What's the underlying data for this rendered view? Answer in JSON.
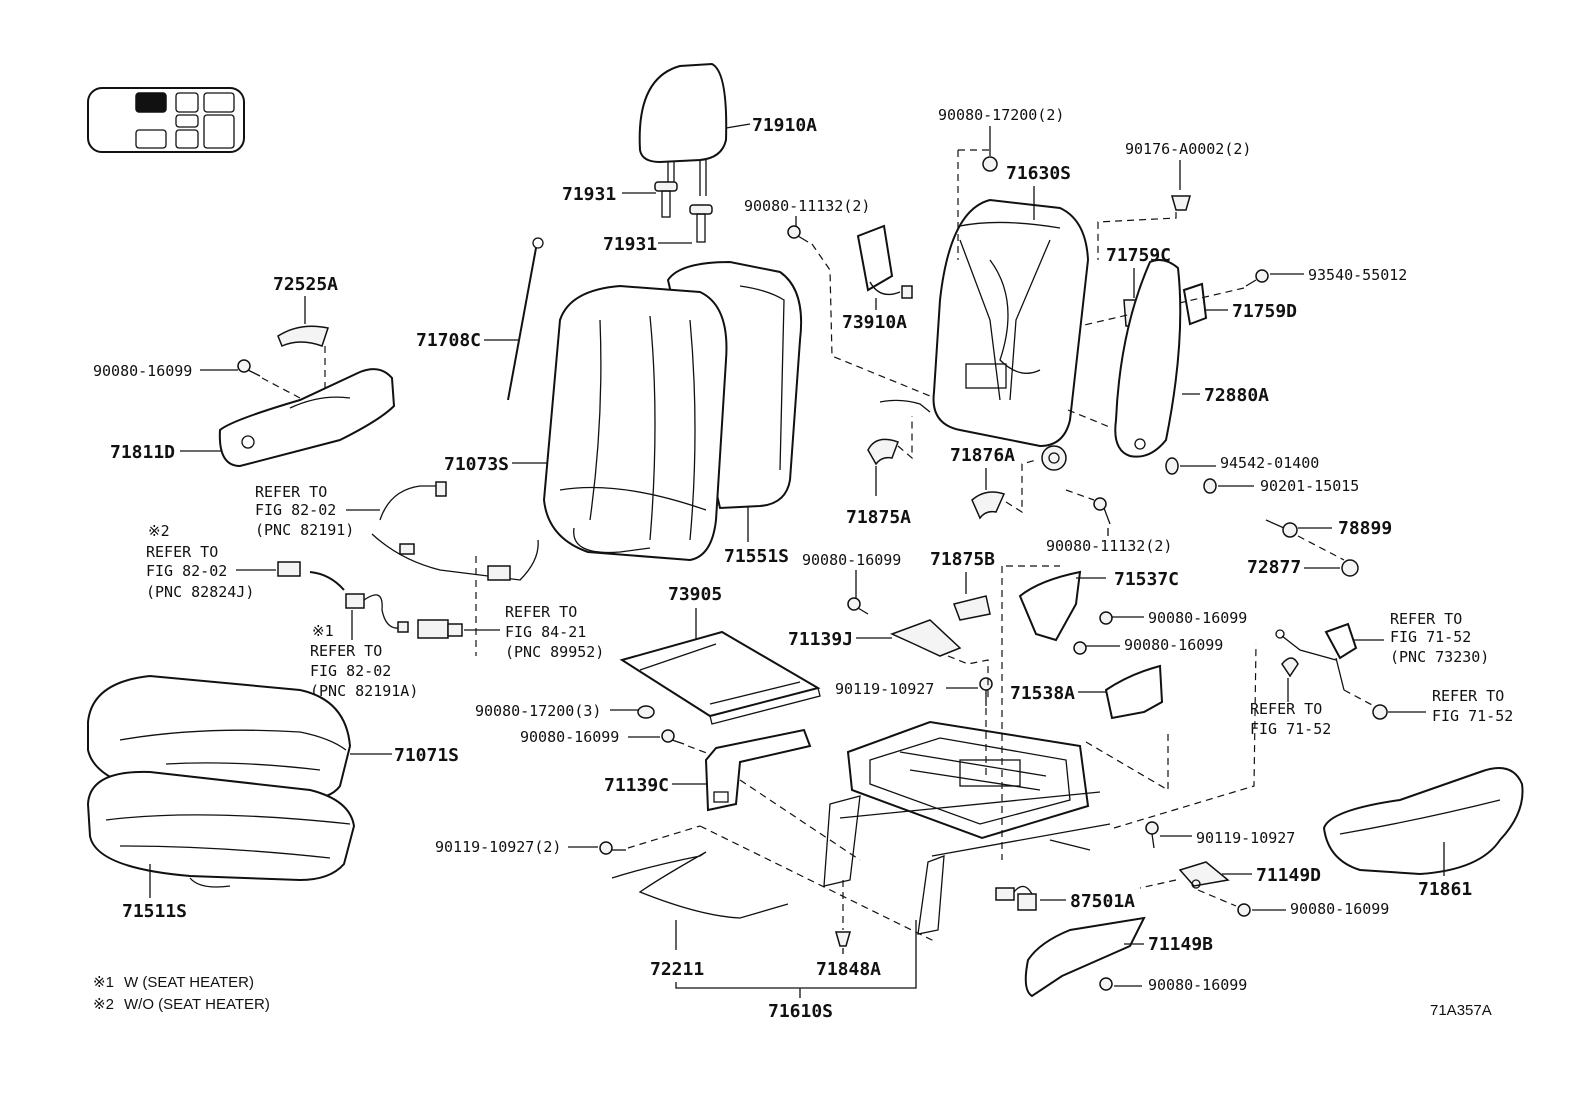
{
  "diagram_id": "71A357A",
  "footnotes": [
    {
      "mark": "※1",
      "text": "W (SEAT HEATER)"
    },
    {
      "mark": "※2",
      "text": "W/O (SEAT HEATER)"
    }
  ],
  "refs": {
    "r1": [
      "REFER TO",
      "FIG 82-02",
      "(PNC 82191)"
    ],
    "r2": [
      "※2",
      "REFER TO",
      "FIG 82-02",
      "(PNC 82824J)"
    ],
    "r3": [
      "※1",
      "REFER TO",
      "FIG 82-02",
      "(PNC 82191A)"
    ],
    "r4": [
      "REFER TO",
      "FIG 84-21",
      "(PNC 89952)"
    ],
    "r5": [
      "REFER TO",
      "FIG 71-52",
      "(PNC 73230)"
    ],
    "r6": [
      "REFER TO",
      "FIG 71-52"
    ],
    "r7": [
      "REFER TO",
      "FIG 71-52"
    ]
  },
  "parts": {
    "p71910A": "71910A",
    "p71931a": "71931",
    "p71931b": "71931",
    "p72525A": "72525A",
    "p90080_16099_a": "90080-16099",
    "p71811D": "71811D",
    "p71708C": "71708C",
    "p71073S": "71073S",
    "p90080_11132_a": "90080-11132(2)",
    "p73910A": "73910A",
    "p90080_17200_a": "90080-17200(2)",
    "p71630S": "71630S",
    "p90176": "90176-A0002(2)",
    "p71759C": "71759C",
    "p93540": "93540-55012",
    "p71759D": "71759D",
    "p72880A": "72880A",
    "p71876A": "71876A",
    "p71875A": "71875A",
    "p94542": "94542-01400",
    "p90201": "90201-15015",
    "p78899": "78899",
    "p90080_11132_b": "90080-11132(2)",
    "p72877": "72877",
    "p71551S": "71551S",
    "p90080_16099_b": "90080-16099",
    "p71875B": "71875B",
    "p71537C": "71537C",
    "p90080_16099_c": "90080-16099",
    "p90080_16099_d": "90080-16099",
    "p73905": "73905",
    "p71139J": "71139J",
    "p90119_10927_a": "90119-10927",
    "p71538A": "71538A",
    "p90080_17200_b": "90080-17200(3)",
    "p90080_16099_e": "90080-16099",
    "p71071S": "71071S",
    "p71139C": "71139C",
    "p90119_10927_b": "90119-10927",
    "p90119_10927_c": "90119-10927(2)",
    "p71149D": "71149D",
    "p87501A": "87501A",
    "p90080_16099_f": "90080-16099",
    "p71861": "71861",
    "p71511S": "71511S",
    "p72211": "72211",
    "p71848A": "71848A",
    "p71149B": "71149B",
    "p90080_16099_g": "90080-16099",
    "p71610S": "71610S"
  }
}
